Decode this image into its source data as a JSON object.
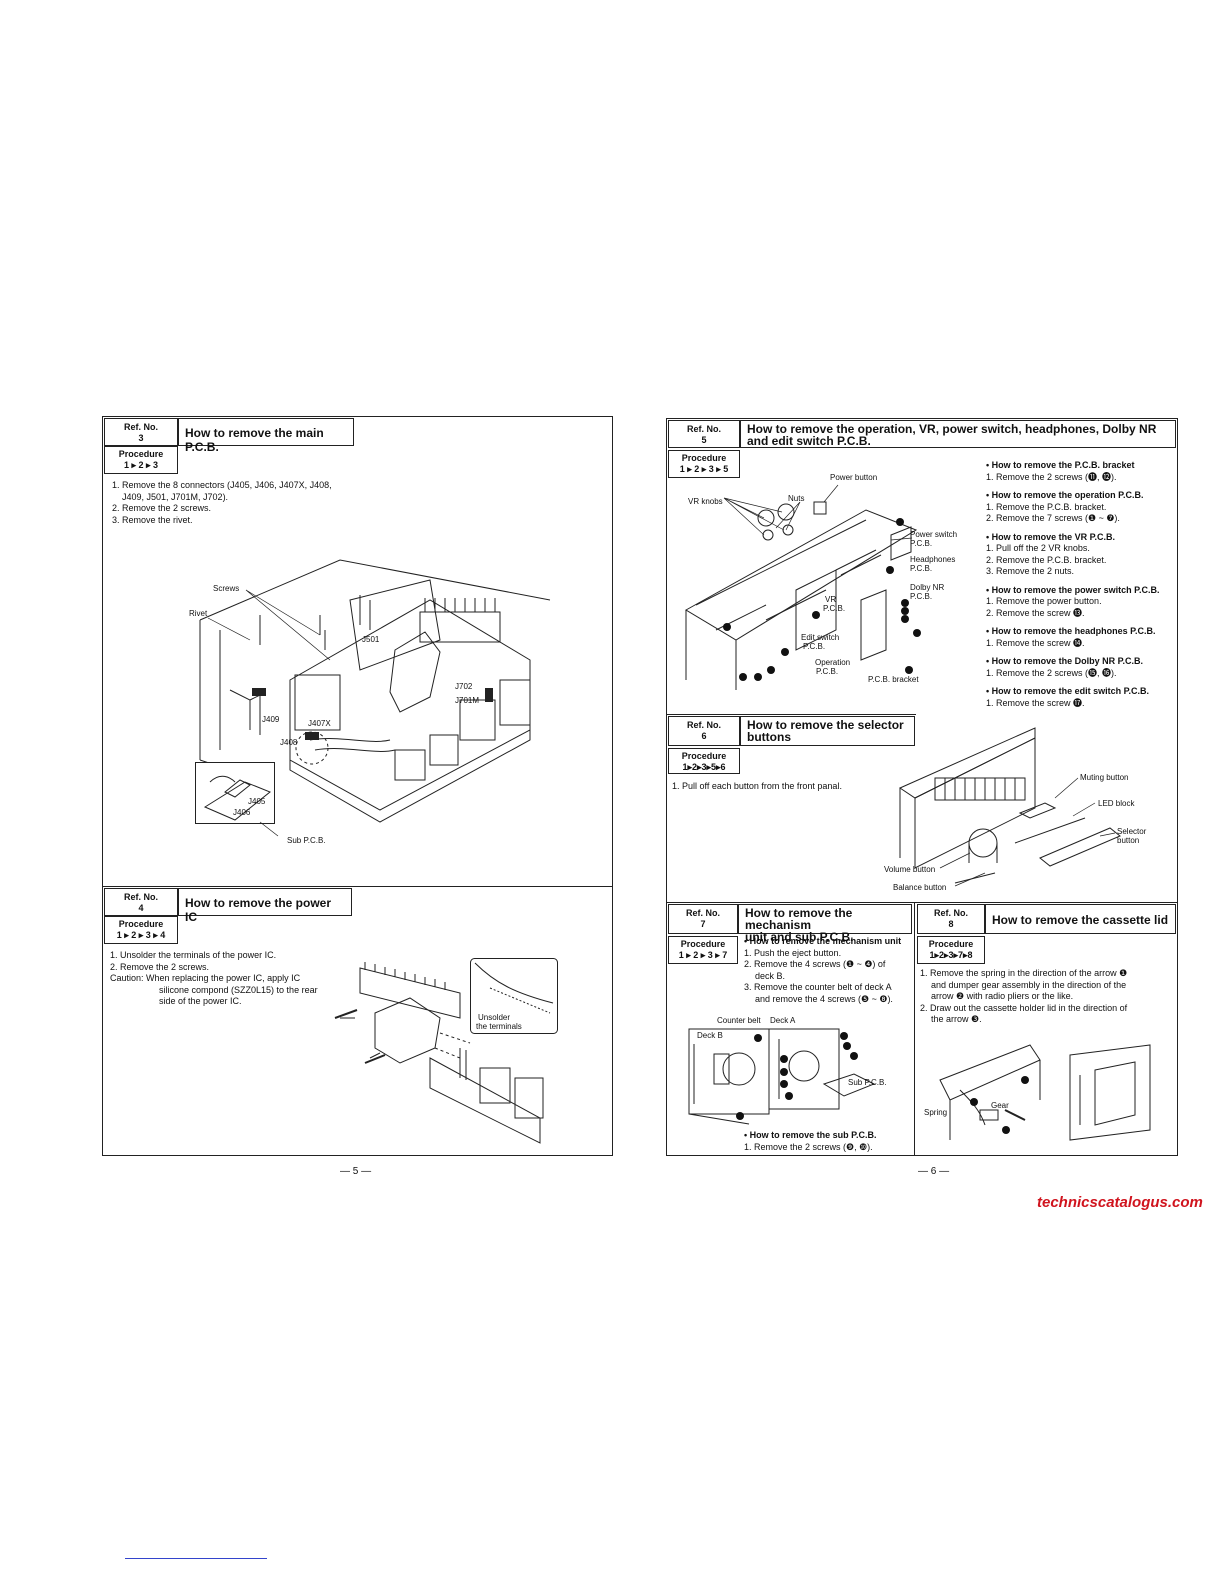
{
  "sec3": {
    "ref_label": "Ref. No.",
    "ref_no": "3",
    "title": "How to remove the main P.C.B.",
    "proc_label": "Procedure",
    "proc": "1 ▸ 2 ▸ 3",
    "steps": [
      "1. Remove the 8 connectors (J405, J406, J407X, J408,",
      "J409, J501, J701M, J702).",
      "2. Remove the 2 screws.",
      "3. Remove the rivet."
    ],
    "labels": {
      "screws": "Screws",
      "rivet": "Rivet",
      "j501": "J501",
      "j702": "J702",
      "j701m": "J701M",
      "j409": "J409",
      "j407x": "J407X",
      "j408": "J408",
      "j405": "J405",
      "j406": "J406",
      "subpcb": "Sub P.C.B."
    }
  },
  "sec4": {
    "ref_label": "Ref. No.",
    "ref_no": "4",
    "title": "How to remove the power IC",
    "proc_label": "Procedure",
    "proc": "1 ▸ 2 ▸ 3 ▸ 4",
    "steps": [
      "1. Unsolder the terminals of the power IC.",
      "2. Remove the 2 screws.",
      "Caution:   When replacing the power IC, apply IC",
      "silicone compond (SZZ0L15) to the rear",
      "side of the power IC."
    ],
    "labels": {
      "unsolder": "Unsolder",
      "terminals": "the terminals"
    }
  },
  "sec5": {
    "ref_label": "Ref. No.",
    "ref_no": "5",
    "title_line1": "How to remove the operation, VR, power switch, headphones, Dolby NR",
    "title_line2": "and edit switch P.C.B.",
    "proc_label": "Procedure",
    "proc": "1 ▸ 2 ▸ 3 ▸ 5",
    "groups": [
      {
        "heading": "• How to remove the P.C.B. bracket",
        "lines": [
          "1. Remove the 2 screws (⓫, ⓬)."
        ]
      },
      {
        "heading": "• How to remove the operation P.C.B.",
        "lines": [
          "1. Remove the P.C.B. bracket.",
          "2. Remove the 7 screws (❶ ~ ❼)."
        ]
      },
      {
        "heading": "• How to remove the VR P.C.B.",
        "lines": [
          "1. Pull off the 2 VR knobs.",
          "2. Remove the P.C.B. bracket.",
          "3. Remove the 2 nuts."
        ]
      },
      {
        "heading": "• How to remove the power switch P.C.B.",
        "lines": [
          "1. Remove the power button.",
          "2. Remove the screw ⓭."
        ]
      },
      {
        "heading": "• How to remove the headphones P.C.B.",
        "lines": [
          "1. Remove the screw ⓮."
        ]
      },
      {
        "heading": "• How to remove the Dolby NR P.C.B.",
        "lines": [
          "1. Remove the 2 screws (⓯, ⓰)."
        ]
      },
      {
        "heading": "• How to remove the edit switch P.C.B.",
        "lines": [
          "1. Remove the screw ⓱."
        ]
      }
    ],
    "labels": {
      "power_button": "Power button",
      "vr_knobs": "VR knobs",
      "nuts": "Nuts",
      "power_switch": "Power switch",
      "power_switch2": "P.C.B.",
      "headphones": "Headphones",
      "headphones2": "P.C.B.",
      "dolby": "Dolby NR",
      "dolby2": "P.C.B.",
      "vr": "VR",
      "vr2": "P.C.B.",
      "edit": "Edit switch",
      "edit2": "P.C.B.",
      "operation": "Operation",
      "operation2": "P.C.B.",
      "bracket": "P.C.B. bracket"
    }
  },
  "sec6": {
    "ref_label": "Ref. No.",
    "ref_no": "6",
    "title_line1": "How to remove the selector",
    "title_line2": "buttons",
    "proc_label": "Procedure",
    "proc": "1▸2▸3▸5▸6",
    "steps": [
      "1. Pull off each button from the front panal."
    ],
    "labels": {
      "muting": "Muting button",
      "led": "LED block",
      "selector": "Selector",
      "selector2": "button",
      "volume": "Volume button",
      "balance": "Balance button"
    }
  },
  "sec7": {
    "ref_label": "Ref. No.",
    "ref_no": "7",
    "title_line1": "How to remove the mechanism",
    "title_line2": "unit and sub P.C.B.",
    "proc_label": "Procedure",
    "proc": "1 ▸ 2 ▸ 3 ▸ 7",
    "group1_heading": "• How to remove the mechanism unit",
    "group1_lines": [
      "1. Push the eject button.",
      "2. Remove the 4 screws (❶ ~ ❹) of",
      "deck B.",
      "3. Remove the counter belt of deck A",
      "and remove the 4 screws (❺ ~ ❽)."
    ],
    "group2_heading": "• How to remove the sub P.C.B.",
    "group2_lines": [
      "1. Remove the 2 screws (❾, ❿)."
    ],
    "labels": {
      "counter_belt": "Counter belt",
      "deck_a": "Deck A",
      "deck_b": "Deck B",
      "sub_pcb": "Sub P.C.B."
    }
  },
  "sec8": {
    "ref_label": "Ref. No.",
    "ref_no": "8",
    "title": "How to remove the cassette lid",
    "proc_label": "Procedure",
    "proc": "1▸2▸3▸7▸8",
    "steps": [
      "1. Remove the spring in the direction of the arrow ❶",
      "and dumper gear assembly in the direction of the",
      "arrow ❷ with radio pliers or the like.",
      "2. Draw out the cassette holder lid in the direction of",
      "the arrow ❸."
    ],
    "labels": {
      "spring": "Spring",
      "gear": "Gear"
    }
  },
  "page_left": "— 5 —",
  "page_right": "— 6 —",
  "brand": "technicscatalogus.com"
}
